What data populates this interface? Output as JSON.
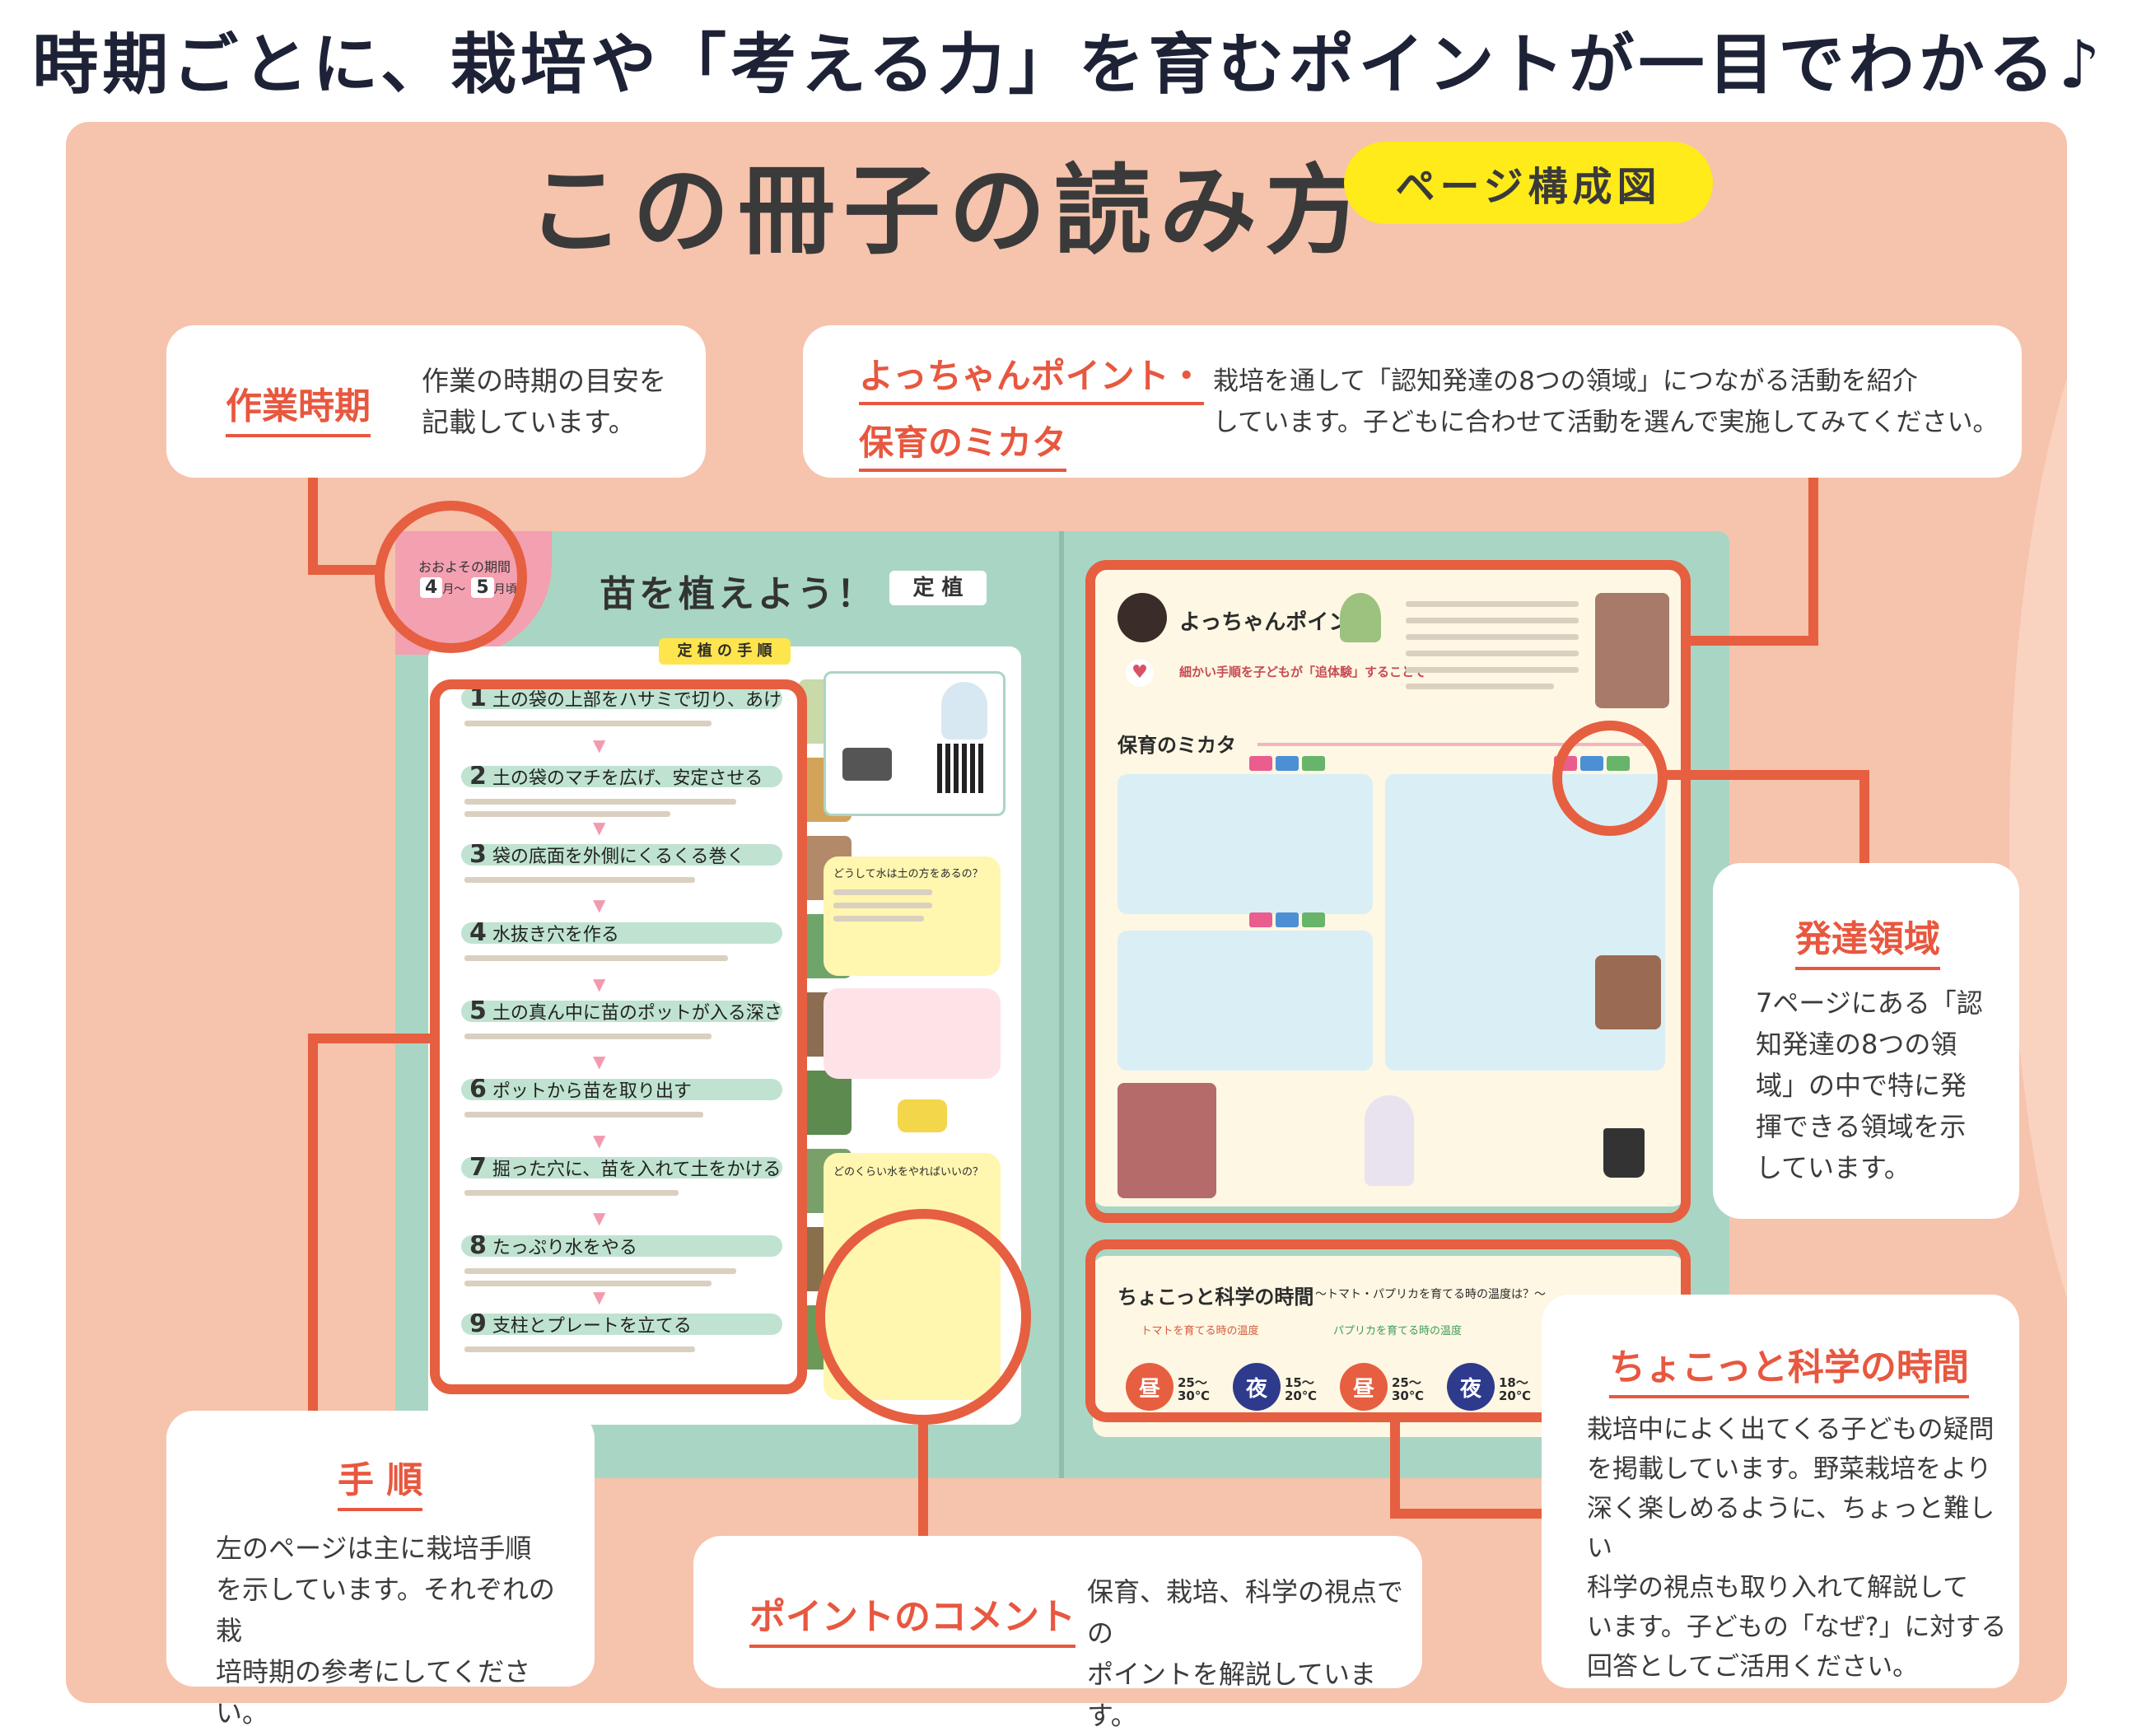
{
  "headline": "時期ごとに、栽培や「考える力」を育むポイントが一目でわかる♪",
  "booklet_title": "この冊子の読み方",
  "page_badge": "ページ構成図",
  "colors": {
    "accent": "#e65f40",
    "panel_bg": "#f6c3ad",
    "page_mint": "#a9d6c4",
    "page_cream": "#fdf7e3",
    "badge_yellow": "#ffea1a"
  },
  "callouts": {
    "work_period": {
      "title": "作業時期",
      "desc_lines": [
        "作業の時期の目安を",
        "記載しています。"
      ]
    },
    "yocchan": {
      "title_lines": [
        "よっちゃんポイント・",
        "保育のミカタ"
      ],
      "desc_lines": [
        "栽培を通して「認知発達の8つの領域」につながる活動を紹介",
        "しています。子どもに合わせて活動を選んで実施してみてください。"
      ]
    },
    "development": {
      "title": "発達領域",
      "desc_lines": [
        "7ページにある「認",
        "知発達の8つの領",
        "域」の中で特に発",
        "揮できる領域を示",
        "しています。"
      ]
    },
    "procedure": {
      "title": "手 順",
      "desc_lines": [
        "左のページは主に栽培手順",
        "を示しています。それぞれの栽",
        "培時期の参考にしてください。"
      ]
    },
    "point_comment": {
      "title": "ポイントのコメント",
      "desc_lines": [
        "保育、栽培、科学の視点での",
        "ポイントを解説しています。"
      ]
    },
    "science": {
      "title": "ちょこっと科学の時間",
      "desc_lines": [
        "栽培中によく出てくる子どもの疑問",
        "を掲載しています。野菜栽培をより",
        "深く楽しめるように、ちょっと難しい",
        "科学の視点も取り入れて解説して",
        "います。子どもの「なぜ?」に対する",
        "回答としてご活用ください。"
      ]
    }
  },
  "left_page": {
    "period_label": "おおよその期間",
    "period_from": "4",
    "period_mid": "月～",
    "period_to": "5",
    "period_end": "月頃",
    "title": "苗を植えよう！",
    "tag": "定 植",
    "steps_header": "定 植 の 手 順",
    "steps": [
      {
        "num": "1",
        "text": "土の袋の上部をハサミで切り、あける"
      },
      {
        "num": "2",
        "text": "土の袋のマチを広げ、安定させる"
      },
      {
        "num": "3",
        "text": "袋の底面を外側にくるくる巻く"
      },
      {
        "num": "4",
        "text": "水抜き穴を作る"
      },
      {
        "num": "5",
        "text": "土の真ん中に苗のポットが入る深さの穴を掘る"
      },
      {
        "num": "6",
        "text": "ポットから苗を取り出す"
      },
      {
        "num": "7",
        "text": "掘った穴に、苗を入れて土をかける"
      },
      {
        "num": "8",
        "text": "たっぷり水をやる"
      },
      {
        "num": "9",
        "text": "支柱とプレートを立てる"
      }
    ],
    "comments": [
      "どうして水は土の方をあるの？",
      "どのくらい水をやればいいの？"
    ]
  },
  "right_page": {
    "yocchan_label": "よっちゃんポイント",
    "yocchan_note": "細かい手順を子どもが「追体験」することで",
    "mikata_label": "保育のミカタ",
    "science_label": "ちょこっと科学の時間",
    "science_sub": "～トマト・パプリカを育てる時の温度は？～",
    "tomato_label": "トマトを育てる時の温度",
    "paprika_label": "パプリカを育てる時の温度",
    "day_label": "昼",
    "night_label": "夜",
    "tomato_day": "25〜30℃",
    "tomato_night": "15〜20℃",
    "paprika_day": "25〜30℃",
    "paprika_night": "18〜20℃"
  }
}
